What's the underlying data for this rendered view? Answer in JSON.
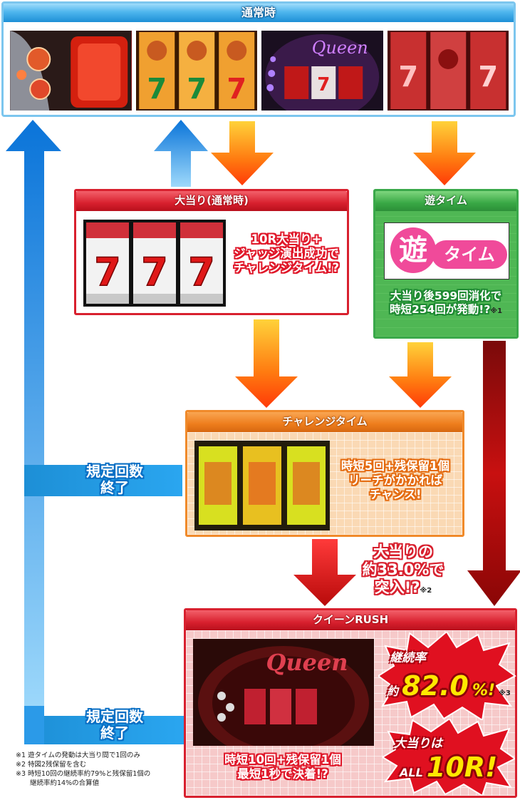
{
  "header": {
    "title": "通常時"
  },
  "ooatari": {
    "title": "大当り(通常時)",
    "lines": [
      "10R大当り+",
      "ジャッジ演出成功で",
      "チャレンジタイム!?"
    ]
  },
  "asobi": {
    "title": "遊タイム",
    "logo_kanji": "遊",
    "logo_kana": "タイム",
    "lines": [
      "大当り後599回消化で",
      "時短254回が発動!?"
    ],
    "note_mark": "※1"
  },
  "challenge": {
    "title": "チャレンジタイム",
    "lines": [
      "時短5回+残保留1個",
      "リーチがかかれば",
      "チャンス!"
    ]
  },
  "entry": {
    "lines": [
      "大当りの",
      "約33.0%で",
      "突入!?"
    ],
    "note_mark": "※2"
  },
  "rush": {
    "title": "クイーンRUSH",
    "lines": [
      "時短10回+残保留1個",
      "最短1秒で決着!?"
    ],
    "burst1": {
      "label": "継続率",
      "prefix": "約",
      "value": "82.0",
      "unit": "%!",
      "note_mark": "※3"
    },
    "burst2": {
      "label": "大当りは",
      "prefix": "ALL",
      "value": "10R!"
    },
    "logo_text": "Queen"
  },
  "return_labels": {
    "upper": [
      "規定回数",
      "終了"
    ],
    "lower": [
      "規定回数",
      "終了"
    ]
  },
  "notes": [
    "※1 遊タイムの発動は大当り間で1回のみ",
    "※2 特図2残保留を含む",
    "※3 時短10回の継続率約79%と残保留1個の",
    "継続率約14%の合算値"
  ],
  "reel_symbol": "7",
  "colors": {
    "blue": "#1d8fd6",
    "red": "#d8202e",
    "green": "#39a845",
    "orange": "#ee7d1c"
  }
}
